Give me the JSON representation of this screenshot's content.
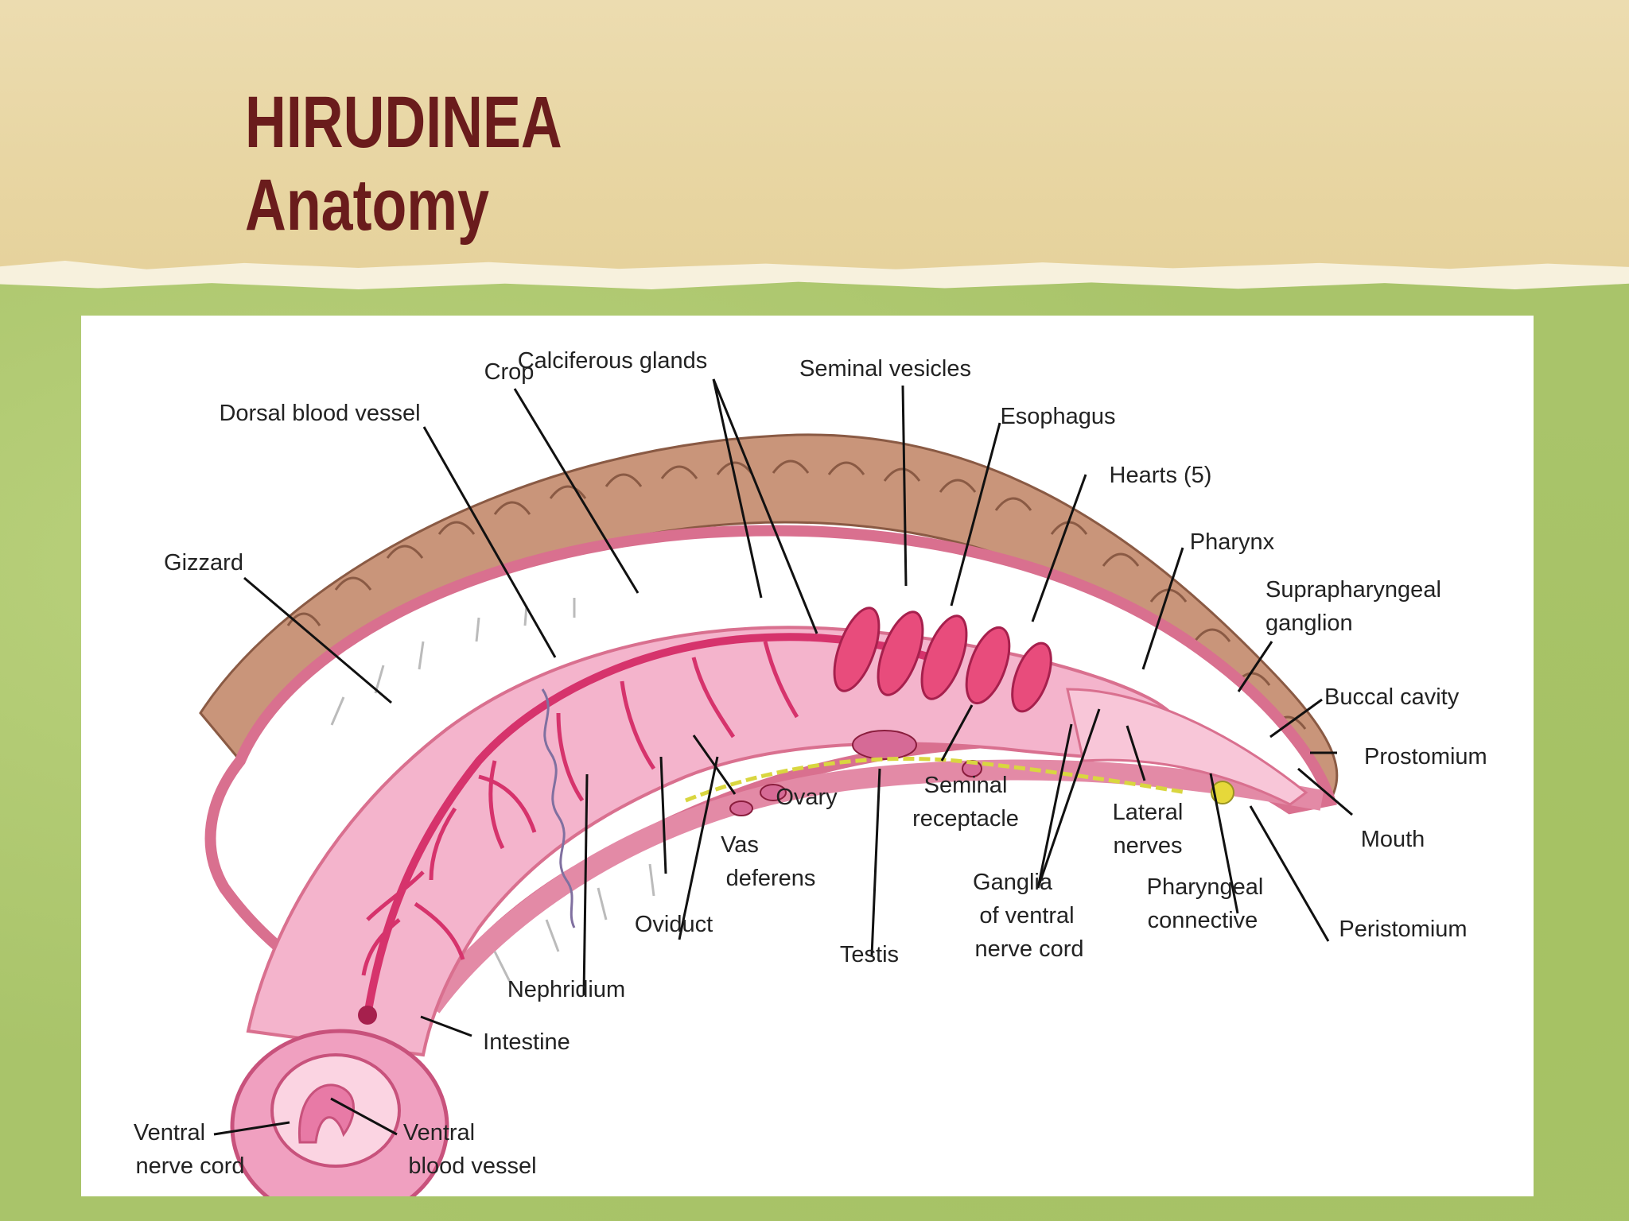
{
  "slide": {
    "title_line1": "HIRUDINEA",
    "title_line2": "Anatomy"
  },
  "colors": {
    "header_background": "#e8d6a3",
    "title_text": "#6a1c1c",
    "body_background": "#a9c46a",
    "body_wall": "#e8a0b6",
    "gut_pink": "#f4b4cc",
    "blood_vessel": "#d6336c",
    "muscle_brown": "#c9957a",
    "nerve_yellow": "#d9d640"
  },
  "diagram": {
    "labels": {
      "crop": "Crop",
      "calciferous_glands": "Calciferous glands",
      "seminal_vesicles": "Seminal vesicles",
      "dorsal_blood_vessel": "Dorsal blood vessel",
      "esophagus": "Esophagus",
      "hearts": "Hearts (5)",
      "pharynx": "Pharynx",
      "gizzard": "Gizzard",
      "suprapharyngeal_ganglion_1": "Suprapharyngeal",
      "suprapharyngeal_ganglion_2": "ganglion",
      "buccal_cavity": "Buccal cavity",
      "prostomium": "Prostomium",
      "ovary": "Ovary",
      "seminal_receptacle_1": "Seminal",
      "seminal_receptacle_2": "receptacle",
      "lateral_nerves_1": "Lateral",
      "lateral_nerves_2": "nerves",
      "mouth": "Mouth",
      "vas_deferens_1": "Vas",
      "vas_deferens_2": "deferens",
      "ganglia_1": "Ganglia",
      "ganglia_2": "of ventral",
      "ganglia_3": "nerve cord",
      "pharyngeal_connective_1": "Pharyngeal",
      "pharyngeal_connective_2": "connective",
      "oviduct": "Oviduct",
      "testis": "Testis",
      "peristomium": "Peristomium",
      "nephridium": "Nephridium",
      "intestine": "Intestine",
      "ventral_nerve_cord_1": "Ventral",
      "ventral_nerve_cord_2": "nerve cord",
      "ventral_blood_vessel_1": "Ventral",
      "ventral_blood_vessel_2": "blood vessel"
    }
  }
}
